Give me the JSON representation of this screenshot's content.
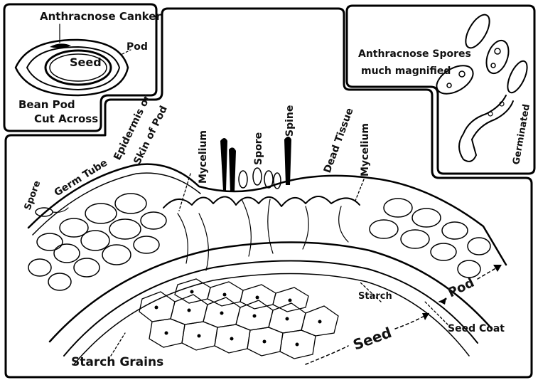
{
  "inset_pod": {
    "canker_label": "Anthracnose Canker",
    "seed_label": "Seed",
    "pod_label": "Pod",
    "caption_line1": "Bean Pod",
    "caption_line2": "Cut Across"
  },
  "inset_spores": {
    "title_line1": "Anthracnose Spores",
    "title_line2": "much magnified",
    "germinated_label": "Germinated"
  },
  "main": {
    "spore_left": "Spore",
    "germ_tube": "Germ Tube",
    "epidermis_line1": "Epidermis or",
    "epidermis_line2": "Skin of Pod",
    "mycelium_left": "Mycelium",
    "spore_center": "Spore",
    "spine": "Spine",
    "dead_tissue": "Dead Tissue",
    "mycelium_right": "Mycelium",
    "starch": "Starch",
    "pod": "Pod",
    "seed_coat": "Seed Coat",
    "seed": "Seed",
    "starch_grains": "Starch Grains"
  }
}
